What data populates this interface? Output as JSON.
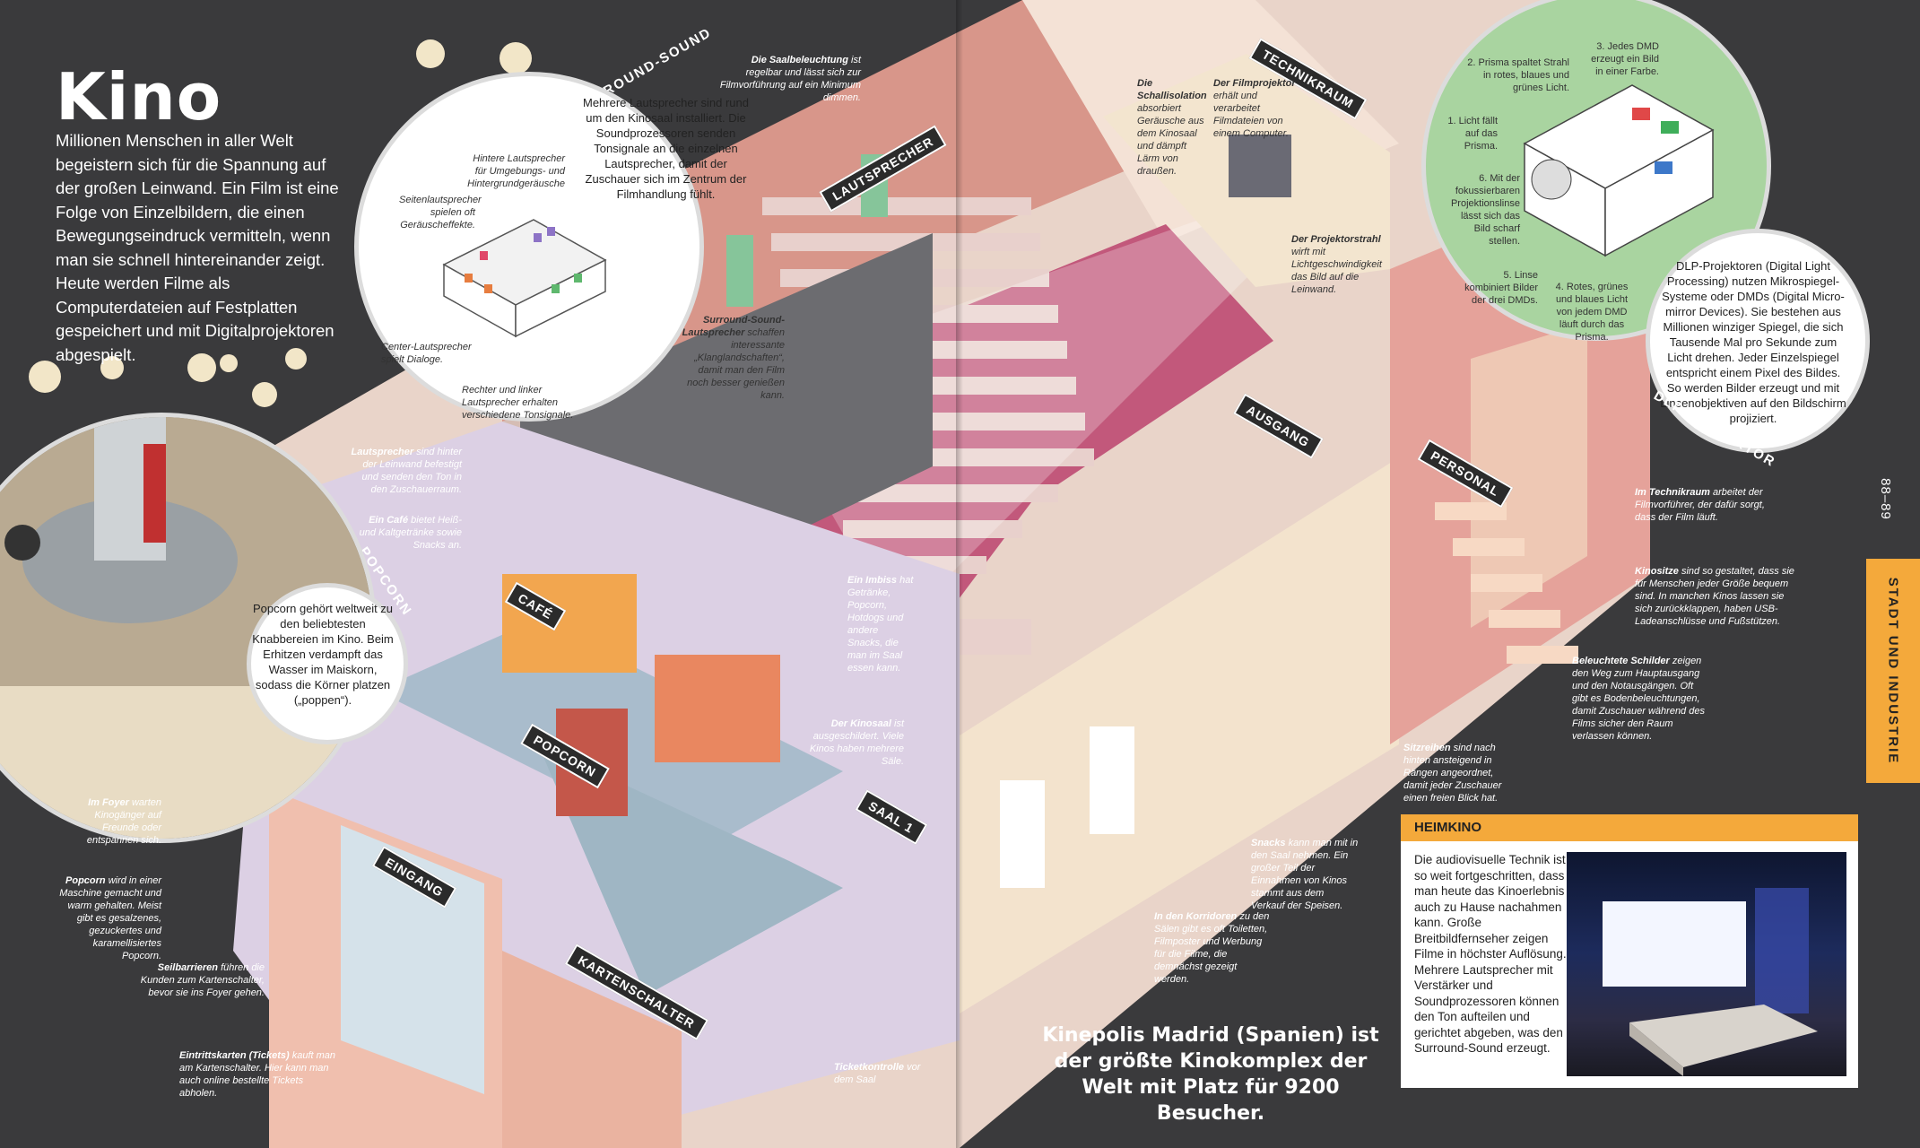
{
  "title": "Kino",
  "intro": "Millionen Menschen in aller Welt begeistern sich für die Spannung auf der großen Leinwand. Ein Film ist eine Folge von Einzelbildern, die einen Bewegungseindruck vermitteln, wenn man sie schnell hintereinander zeigt. Heute werden Filme als Computerdateien auf Festplatten gespeichert und mit Digitalprojektoren abgespielt.",
  "section": "STADT UND INDUSTRIE",
  "page_numbers": "88–89",
  "arc_labels": {
    "surround": "SURROUND-SOUND",
    "popcorn": "POPCORN",
    "dlp": "DLP-PROJEKTOR"
  },
  "signs": {
    "technikraum": "TECHNIKRAUM",
    "lautsprecher": "LAUTSPRECHER",
    "ausgang": "AUSGANG",
    "personal": "PERSONAL",
    "cafe": "CAFÉ",
    "popcorn": "POPCORN",
    "saal1": "SAAL 1",
    "eingang": "EINGANG",
    "kartenschalter": "KARTENSCHALTER"
  },
  "surround_circle": {
    "main": "Mehrere Lautsprecher sind rund um den Kinosaal installiert. Die Soundprozessoren senden Tonsignale an die einzelnen Lautsprecher, damit der Zuschauer sich im Zentrum der Filmhandlung fühlt.",
    "rear": "Hintere Lautsprecher für Umgebungs- und Hintergrundgeräusche",
    "side": "Seitenlautsprecher spielen oft Geräuscheffekte.",
    "center": "Center-Lautsprecher spielt Dialoge.",
    "leftright": "Rechter und linker Lautsprecher erhalten verschiedene Tonsignale."
  },
  "popcorn_circle": "Popcorn gehört weltweit zu den beliebtesten Knabbereien im Kino. Beim Erhitzen verdampft das Wasser im Maiskorn, sodass die Körner platzen („poppen“).",
  "dlp_circle": {
    "step1": "1. Licht fällt auf das Prisma.",
    "step2": "2. Prisma spaltet Strahl in rotes, blaues und grünes Licht.",
    "step3": "3. Jedes DMD erzeugt ein Bild in einer Farbe.",
    "step4": "4. Rotes, grünes und blaues Licht von jedem DMD läuft durch das Prisma.",
    "step5": "5. Linse kombiniert Bilder der drei DMDs.",
    "step6": "6. Mit der fokussierbaren Projektionslinse lässt sich das Bild scharf stellen.",
    "main": "DLP-Projektoren (Digital Light Processing) nutzen Mikrospiegel-Systeme oder DMDs (Digital Micro-mirror Devices). Sie bestehen aus Millionen winziger Spiegel, die sich Tausende Mal pro Sekunde zum Licht drehen. Jeder Einzelspiegel entspricht einem Pixel des Bildes. So werden Bilder erzeugt und mit Linsenobjektiven auf den Bildschirm projiziert."
  },
  "labels": {
    "saalbeleuchtung": [
      "Die Saalbeleuchtung",
      " ist regelbar und lässt sich zur Filmvorführung auf ein Minimum dimmen."
    ],
    "schallisolation": [
      "Die Schallisolation",
      " absorbiert Geräusche aus dem Kinosaal und dämpft Lärm von draußen."
    ],
    "filmprojektor": [
      "Der Filmprojektor",
      " erhält und verarbeitet Filmdateien von einem Computer."
    ],
    "projektorstrahl": [
      "Der Projektorstrahl",
      " wirft mit Lichtgeschwindigkeit das Bild auf die Leinwand."
    ],
    "surround_ls": [
      "Surround-Sound-Lautsprecher",
      " schaffen interessante „Klanglandschaften“, damit man den Film noch besser genießen kann."
    ],
    "lautsprecher": [
      "Lautsprecher",
      " sind hinter der Leinwand befestigt und senden den Ton in den Zuschauerraum."
    ],
    "cafe": [
      "Ein Café",
      " bietet Heiß- und Kaltgetränke sowie Snacks an."
    ],
    "imbiss": [
      "Ein Imbiss",
      " hat Getränke, Popcorn, Hotdogs und andere Snacks, die man im Saal essen kann."
    ],
    "kinosaal": [
      "Der Kinosaal",
      " ist ausgeschildert. Viele Kinos haben mehrere Säle."
    ],
    "foyer": [
      "Im Foyer",
      " warten Kinogänger auf Freunde oder entspannen sich."
    ],
    "popcorn": [
      "Popcorn",
      " wird in einer Maschine gemacht und warm gehalten. Meist gibt es gesalzenes, gezuckertes und karamellisiertes Popcorn."
    ],
    "seilbarrieren": [
      "Seilbarrieren",
      " führen die Kunden zum Kartenschalter, bevor sie ins Foyer gehen."
    ],
    "eintrittskarten": [
      "Eintrittskarten (Tickets)",
      " kauft man am Kartenschalter. Hier kann man auch online bestellte Tickets abholen."
    ],
    "ticketkontrolle": [
      "Ticketkontrolle",
      " vor dem Saal"
    ],
    "snacks": [
      "Snacks",
      " kann man mit in den Saal nehmen. Ein großer Teil der Einnahmen von Kinos stammt aus dem Verkauf der Speisen."
    ],
    "korridore": [
      "In den Korridoren",
      " zu den Sälen gibt es oft Toiletten, Filmposter und Werbung für die Filme, die demnächst gezeigt werden."
    ],
    "sitzreihen": [
      "Sitzreihen",
      " sind nach hinten ansteigend in Rängen angeordnet, damit jeder Zuschauer einen freien Blick hat."
    ],
    "schilder": [
      "Beleuchtete Schilder",
      " zeigen den Weg zum Hauptausgang und den Notausgängen. Oft gibt es Bodenbeleuchtungen, damit Zuschauer während des Films sicher den Raum verlassen können."
    ],
    "kinositze": [
      "Kinositze",
      " sind so gestaltet, dass sie für Menschen jeder Größe bequem sind. In manchen Kinos lassen sie sich zurückklappen, haben USB-Ladeanschlüsse und Fußstützen."
    ],
    "technikraum": [
      "Im Technikraum",
      " arbeitet der Filmvorführer, der dafür sorgt, dass der Film läuft."
    ]
  },
  "heimkino": {
    "title": "HEIMKINO",
    "text": "Die audiovisuelle Technik ist so weit fortgeschritten, dass man heute das Kinoerlebnis auch zu Hause nachahmen kann. Große Breitbildfernseher zeigen Filme in höchster Auflösung. Mehrere Lautsprecher mit Verstärker und Soundprozessoren können den Ton aufteilen und gerichtet abgeben, was den Surround-Sound erzeugt."
  },
  "fact": "Kinepolis Madrid (Spanien) ist der größte Kinokomplex der Welt mit Platz für 9200 Besucher.",
  "colors": {
    "background": "#3a3a3c",
    "accent": "#f4a93b",
    "floor_pink": "#c2587b",
    "wall_salmon": "#e8b7a6",
    "dlp_green": "#a9d4a0"
  }
}
